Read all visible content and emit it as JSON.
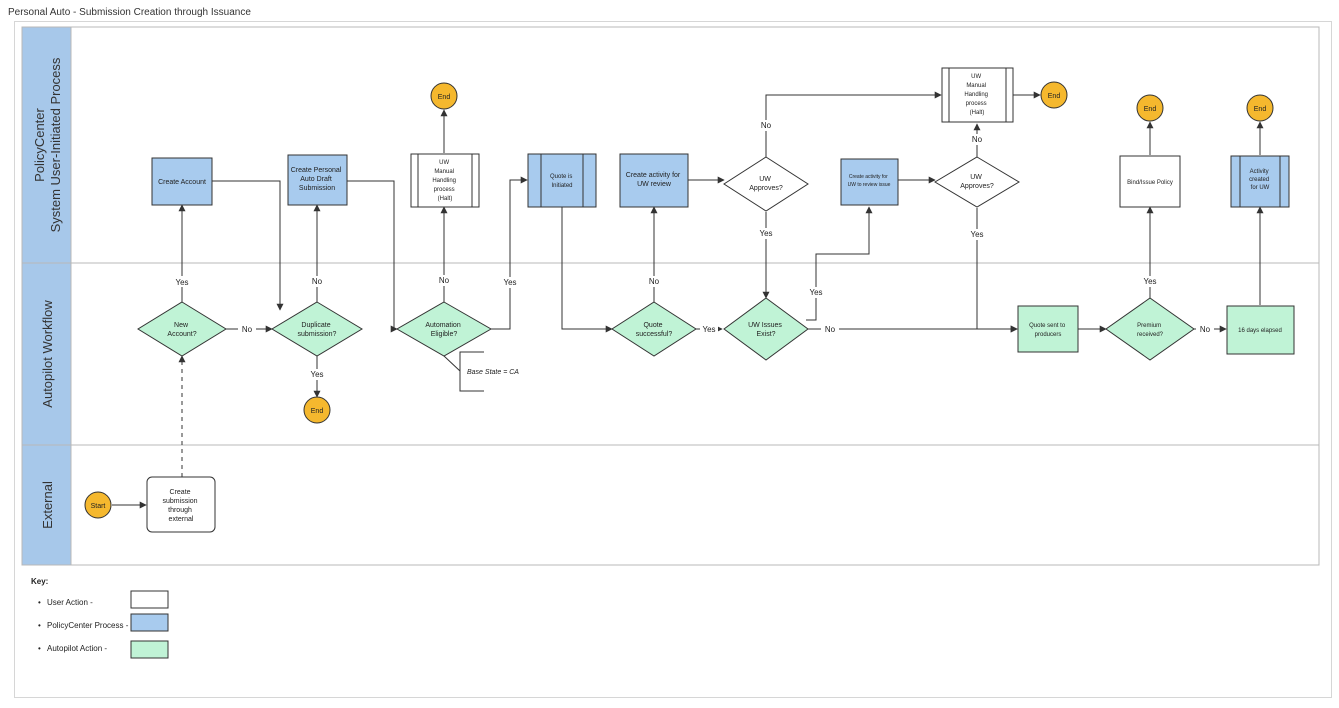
{
  "page_title": "Personal Auto - Submission Creation through Issuance",
  "colors": {
    "lane_header": "#a7c8ea",
    "policycenter_process": "#a8cbee",
    "autopilot_action": "#c0f3d6",
    "user_action": "#ffffff",
    "terminal": "#f5b82e",
    "border": "#333333"
  },
  "lanes": {
    "policycenter": [
      "PolicyCenter",
      "System User-Initiated Process"
    ],
    "autopilot": "Autopilot Workflow",
    "external": "External"
  },
  "nodes": {
    "start": "Start",
    "create_submission": [
      "Create",
      "submission",
      "through",
      "external"
    ],
    "new_account": [
      "New",
      "Account?"
    ],
    "create_account": "Create Account",
    "duplicate_submission": [
      "Duplicate",
      "submission?"
    ],
    "create_pa_draft": [
      "Create Personal",
      "Auto Draft",
      "Submission"
    ],
    "end_duplicate": "End",
    "automation_eligible": [
      "Automation",
      "Eligible?"
    ],
    "uw_manual_1": [
      "UW",
      "Manual",
      "Handling",
      "process",
      "(Halt)"
    ],
    "end_uw_manual_1": "End",
    "base_state_note": "Base State = CA",
    "quote_initiated": [
      "Quote is",
      "Initiated"
    ],
    "quote_successful": [
      "Quote",
      "successful?"
    ],
    "create_activity_uw_review": [
      "Create activity for",
      "UW review"
    ],
    "uw_approves_1": [
      "UW",
      "Approves?"
    ],
    "uw_manual_2": [
      "UW",
      "Manual",
      "Handling",
      "process",
      "(Halt)"
    ],
    "end_uw_manual_2": "End",
    "uw_issues_exist": [
      "UW Issues",
      "Exist?"
    ],
    "create_activity_issue": [
      "Create activity for",
      "UW to review issue"
    ],
    "uw_approves_2": [
      "UW",
      "Approves?"
    ],
    "quote_sent": [
      "Quote sent to",
      "producers"
    ],
    "premium_received": [
      "Premium",
      "received?"
    ],
    "bind_issue": "Bind/Issue Policy",
    "end_bind": "End",
    "days_elapsed": "16 days elapsed",
    "activity_created": [
      "Activity",
      "created",
      "for UW"
    ],
    "end_activity": "End"
  },
  "edge_labels": {
    "yes": "Yes",
    "no": "No"
  },
  "key": {
    "title": "Key:",
    "items": [
      {
        "label": "User Action -",
        "color": "#ffffff"
      },
      {
        "label": "PolicyCenter Process -",
        "color": "#a8cbee"
      },
      {
        "label": "Autopilot Action -",
        "color": "#c0f3d6"
      }
    ]
  }
}
